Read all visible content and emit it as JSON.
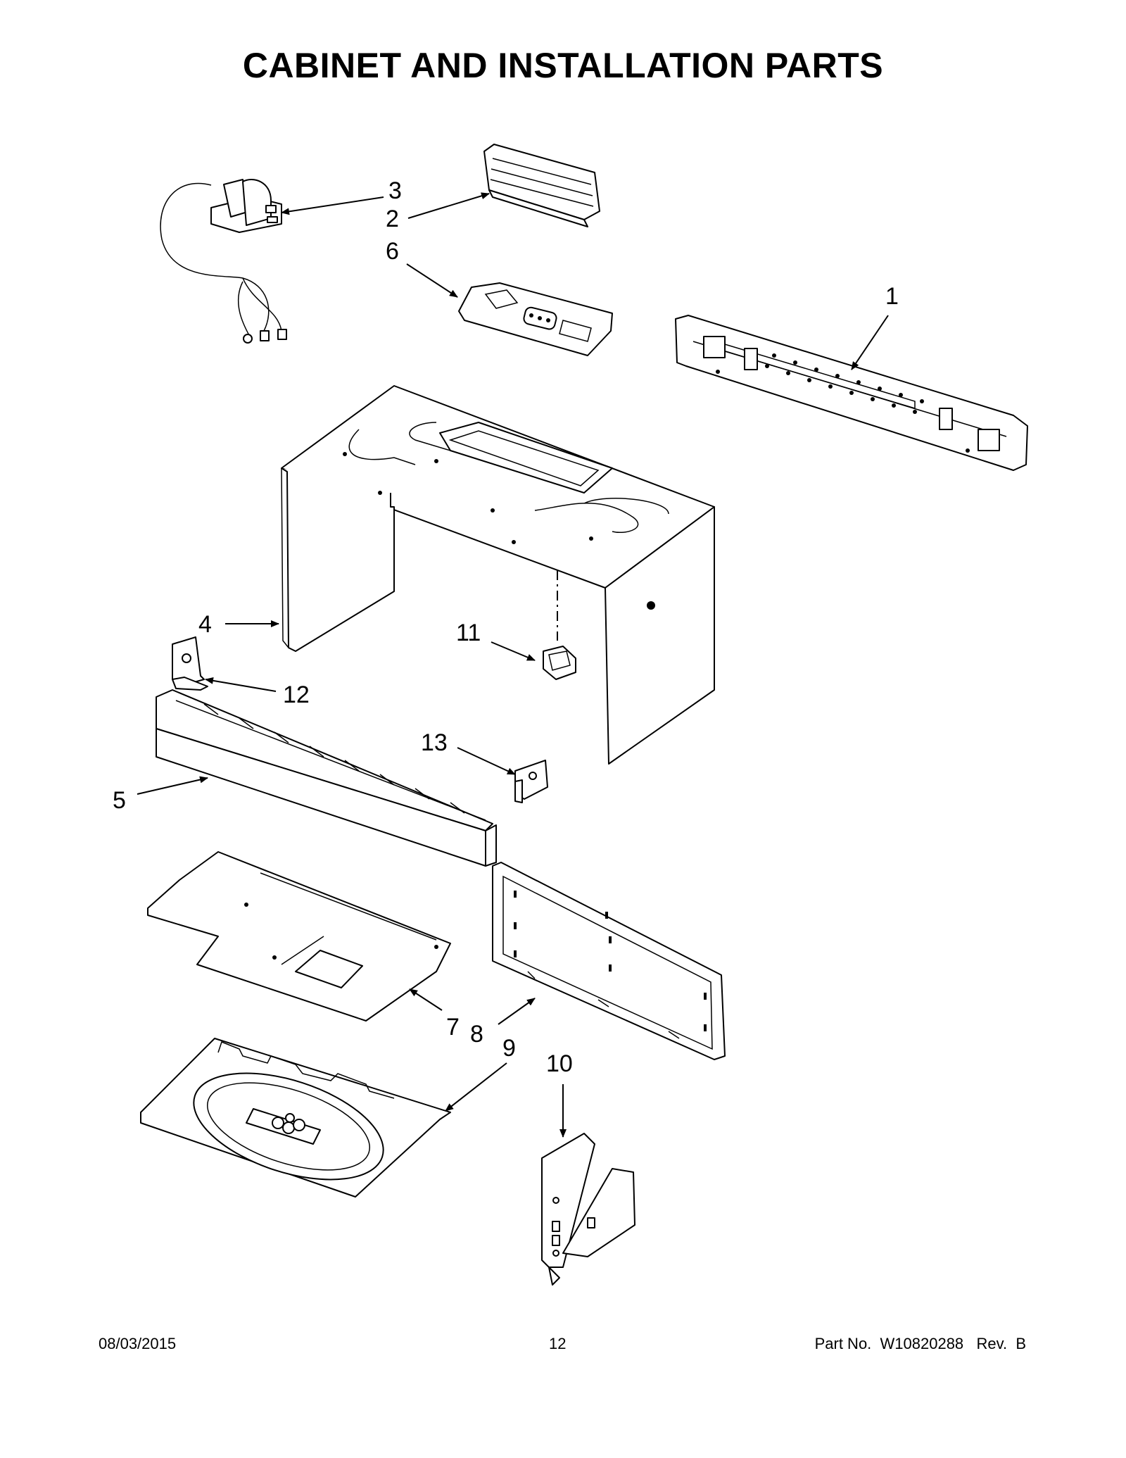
{
  "title": "CABINET AND INSTALLATION PARTS",
  "callouts": [
    "1",
    "2",
    "3",
    "4",
    "5",
    "6",
    "7",
    "8",
    "9",
    "10",
    "11",
    "12",
    "13"
  ],
  "footer": {
    "date": "08/03/2015",
    "page": "12",
    "part_no": "Part No.  W10820288   Rev.  B"
  }
}
